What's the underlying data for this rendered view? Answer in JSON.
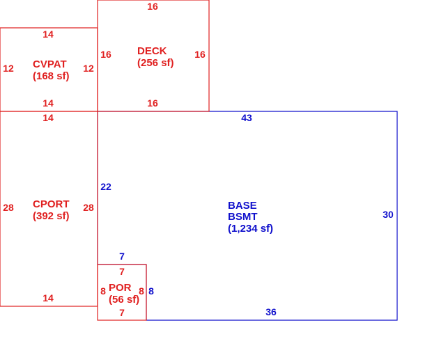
{
  "colors": {
    "red_areas": "#e02020",
    "blue_areas": "#1010cc",
    "background": "#ffffff"
  },
  "areas": [
    {
      "id": "cvpat",
      "color": "red",
      "label_lines": [
        "CVPAT",
        "(168 sf)"
      ],
      "dims": {
        "top": "14",
        "bottom": "14",
        "left": "12",
        "right": "12"
      }
    },
    {
      "id": "deck",
      "color": "red",
      "label_lines": [
        "DECK",
        "(256 sf)"
      ],
      "dims": {
        "top": "16",
        "bottom": "16",
        "left": "16",
        "right": "16"
      }
    },
    {
      "id": "cport",
      "color": "red",
      "label_lines": [
        "CPORT",
        "(392 sf)"
      ],
      "dims": {
        "top": "14",
        "bottom": "14",
        "left": "28",
        "right": "28"
      }
    },
    {
      "id": "por",
      "color": "red",
      "label_lines": [
        "POR",
        "(56 sf)"
      ],
      "dims": {
        "top": "7",
        "bottom": "7",
        "left": "8",
        "right": "8"
      }
    },
    {
      "id": "base",
      "color": "blue",
      "label_lines": [
        "BASE",
        "BSMT",
        "(1,234 sf)"
      ],
      "dims": {
        "top": "43",
        "left": "22",
        "right": "30",
        "bottom": "36",
        "notch_top": "7",
        "notch_side": "8"
      }
    }
  ]
}
